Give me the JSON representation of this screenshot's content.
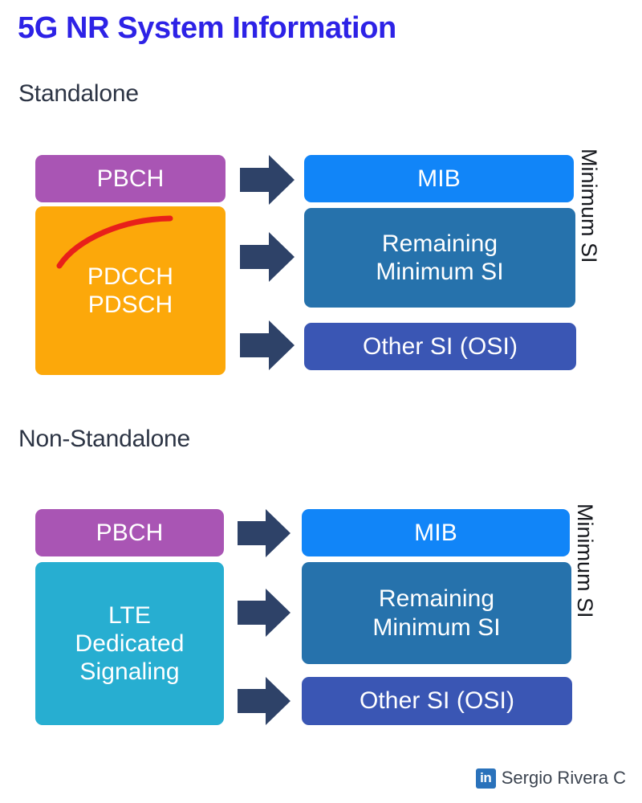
{
  "title": "5G NR System Information",
  "theme": {
    "title_color": "#2d22e6",
    "heading_color": "#2c3444",
    "arrow_color": "#2e4268",
    "arc_color": "#e8201a",
    "pbch_color": "#a955b4",
    "pdcch_color": "#fca80a",
    "lte_color": "#27aed1",
    "mib_color": "#1185f8",
    "rmsi_color": "#2672ac",
    "osi_color": "#3a56b4",
    "linkedin_color": "#2a72bb"
  },
  "sections": [
    {
      "id": "standalone",
      "heading": "Standalone",
      "left_boxes": [
        {
          "id": "sa-pbch",
          "label": "PBCH"
        },
        {
          "id": "sa-pdcch",
          "label": "PDCCH\nPDSCH",
          "has_arc": true
        }
      ],
      "right_boxes": [
        {
          "id": "sa-mib",
          "label": "MIB"
        },
        {
          "id": "sa-rmsi",
          "label": "Remaining\nMinimum SI"
        },
        {
          "id": "sa-osi",
          "label": "Other SI (OSI)"
        }
      ],
      "bracket_label": "Minimum SI",
      "arrows": 3
    },
    {
      "id": "non-standalone",
      "heading": "Non-Standalone",
      "left_boxes": [
        {
          "id": "nsa-pbch",
          "label": "PBCH"
        },
        {
          "id": "nsa-lte",
          "label": "LTE\nDedicated\nSignaling"
        }
      ],
      "right_boxes": [
        {
          "id": "nsa-mib",
          "label": "MIB"
        },
        {
          "id": "nsa-rmsi",
          "label": "Remaining\nMinimum SI"
        },
        {
          "id": "nsa-osi",
          "label": "Other SI (OSI)"
        }
      ],
      "bracket_label": "Minimum SI",
      "arrows": 3
    }
  ],
  "credit": {
    "icon": "linkedin-icon",
    "icon_text": "in",
    "name": "Sergio Rivera C"
  }
}
